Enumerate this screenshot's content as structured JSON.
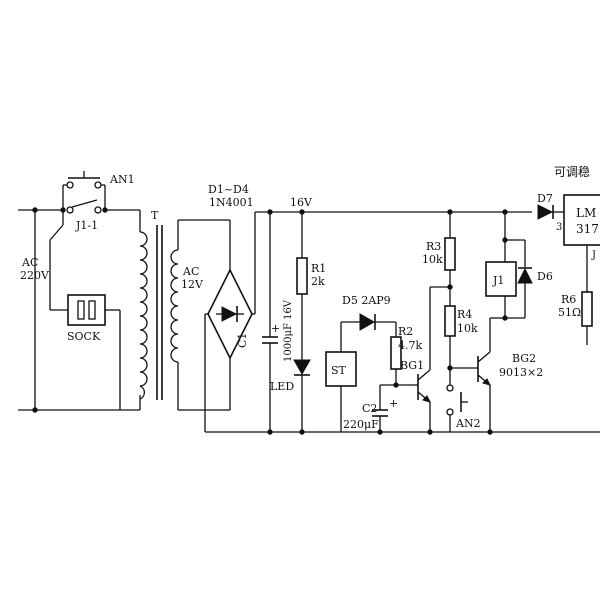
{
  "labels": {
    "an1": "AN1",
    "j1_1": "J1-1",
    "transformer": "T",
    "ac_in_1": "AC",
    "ac_in_2": "220V",
    "sock": "SOCK",
    "ac_sec_1": "AC",
    "ac_sec_2": "12V",
    "bridge_1": "D1~D4",
    "bridge_2": "1N4001",
    "rail": "16V",
    "c1_name": "C1",
    "c1_value": "1000μF 16V",
    "r1_name": "R1",
    "r1_value": "2k",
    "led": "LED",
    "d5": "D5 2AP9",
    "r2_name": "R2",
    "r2_value": "4.7k",
    "st": "ST",
    "bg1": "BG1",
    "c2_name": "C2",
    "c2_value": "220μF",
    "r3_name": "R3",
    "r3_value": "10k",
    "r4_name": "R4",
    "r4_value": "10k",
    "an2": "AN2",
    "j1": "J1",
    "d6": "D6",
    "d7": "D7",
    "bg2_name": "BG2",
    "bg2_value": "9013×2",
    "r6_name": "R6",
    "r6_value": "51Ω",
    "lm_1": "LM",
    "lm_2": "317",
    "adjustable": "可调稳",
    "pin3": "3",
    "pin_j": "J"
  }
}
